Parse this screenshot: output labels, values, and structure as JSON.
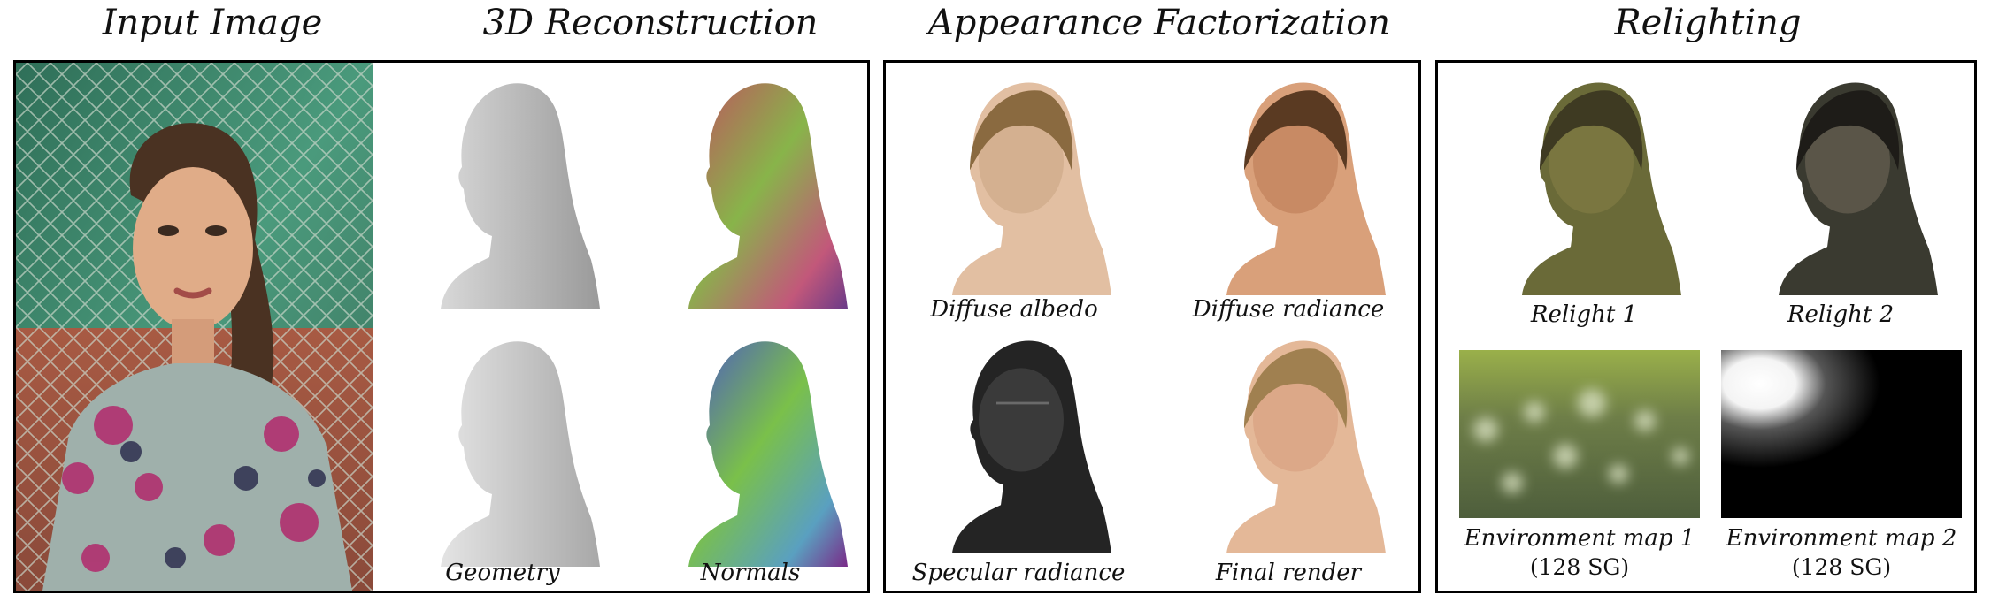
{
  "headings": {
    "input": "Input Image",
    "reconstruction": "3D Reconstruction",
    "factorization": "Appearance Factorization",
    "relighting": "Relighting"
  },
  "reconstruction": {
    "geometry": "Geometry",
    "normals": "Normals"
  },
  "factorization": {
    "diffuse_albedo": "Diffuse albedo",
    "diffuse_radiance": "Diffuse radiance",
    "specular_radiance": "Specular radiance",
    "final_render": "Final render"
  },
  "relighting": {
    "relight_1": "Relight 1",
    "relight_2": "Relight 2",
    "env_map_1": "Environment map 1",
    "env_map_2": "Environment map 2",
    "env_map_1_sub": "(128 SG)",
    "env_map_2_sub": "(128 SG)"
  }
}
